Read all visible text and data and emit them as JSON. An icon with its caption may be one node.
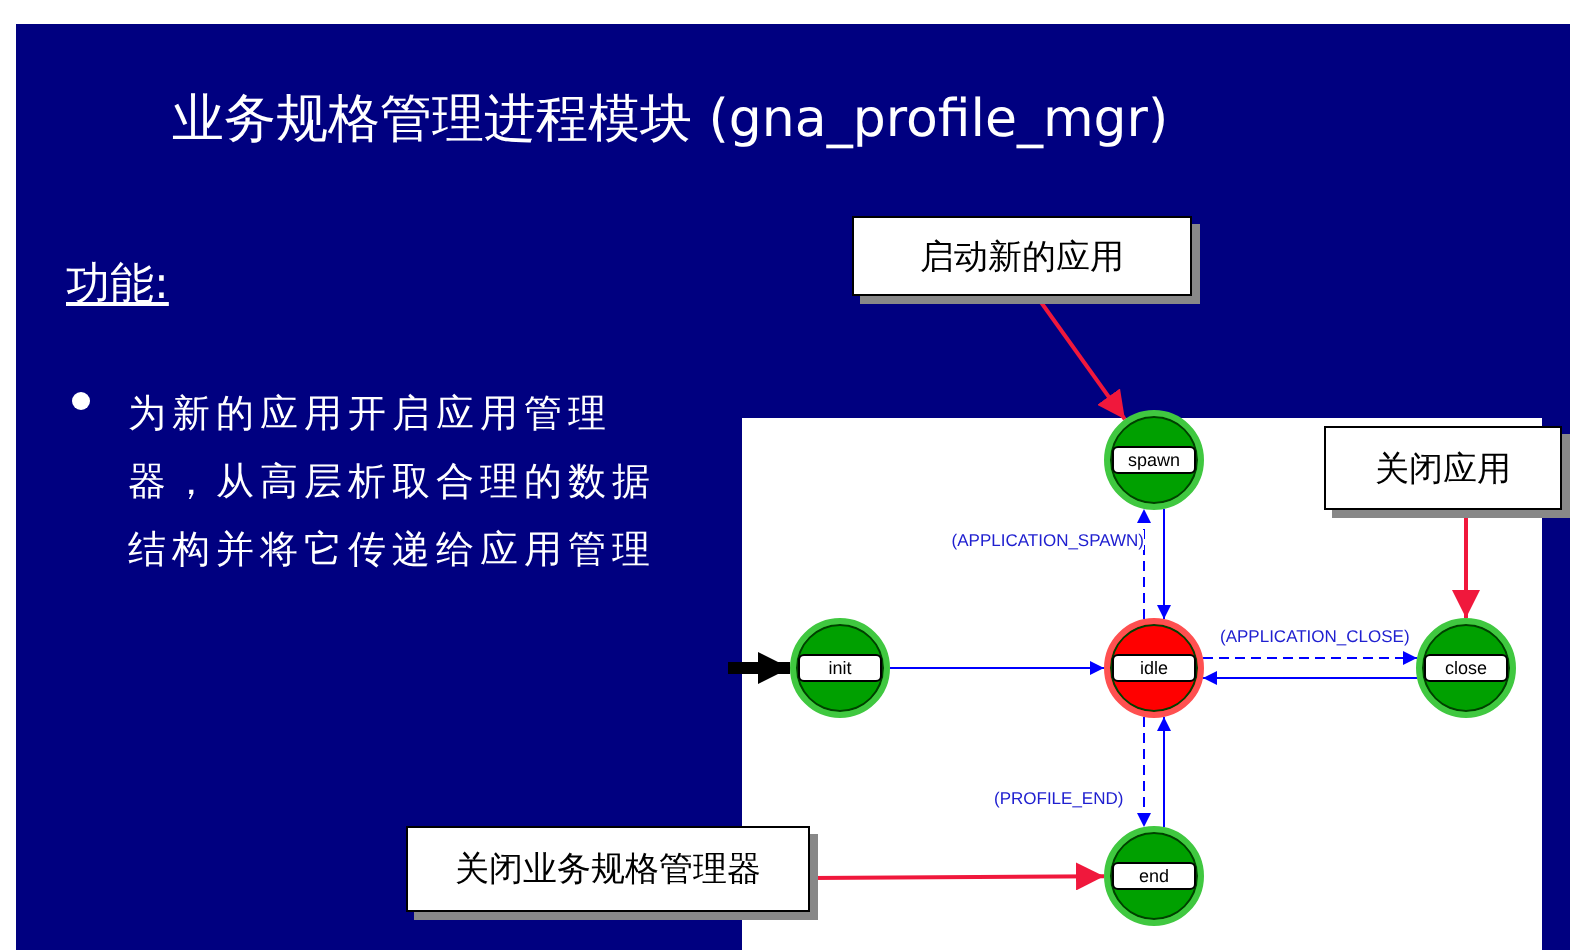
{
  "diagram": {
    "title": "业务规格管理进程模块 (gna_profile_mgr)",
    "nodes": [
      {
        "text": [
          "spawn"
        ]
      },
      {
        "text": [
          "init"
        ]
      },
      {
        "text": [
          "idle"
        ]
      },
      {
        "text": [
          "close"
        ]
      },
      {
        "text": [
          "end"
        ]
      },
      {
        "text": [
          "启动新的应用"
        ]
      },
      {
        "text": [
          "关闭应用"
        ]
      },
      {
        "text": [
          "关闭业务规格管理器"
        ]
      }
    ],
    "edges": [
      {
        "from": 2,
        "to": 0,
        "arrow": "to",
        "label": "(APPLICATION_SPAWN)",
        "style": "dashed"
      },
      {
        "from": 0,
        "to": 2,
        "arrow": "to"
      },
      {
        "from": 1,
        "to": 2,
        "arrow": "to"
      },
      {
        "from": 2,
        "to": 3,
        "arrow": "to",
        "label": "(APPLICATION_CLOSE)",
        "style": "dashed"
      },
      {
        "from": 3,
        "to": 2,
        "arrow": "to"
      },
      {
        "from": 2,
        "to": 4,
        "arrow": "to",
        "label": "(PROFILE_END)",
        "style": "dashed"
      },
      {
        "from": 4,
        "to": 2,
        "arrow": "to"
      },
      {
        "from": null,
        "to": 1,
        "arrow": "to",
        "style": "thick",
        "color": "#000000"
      },
      {
        "from": 5,
        "to": 0,
        "arrow": "to",
        "color": "#f0183c"
      },
      {
        "from": 6,
        "to": 3,
        "arrow": "to",
        "color": "#f0183c"
      },
      {
        "from": 7,
        "to": 4,
        "arrow": "to",
        "color": "#f0183c"
      }
    ],
    "labels": [
      "功能:",
      "为新的应用开启应用管理器，从高层析取合理的数据结构并将它传递给应用管理"
    ]
  }
}
